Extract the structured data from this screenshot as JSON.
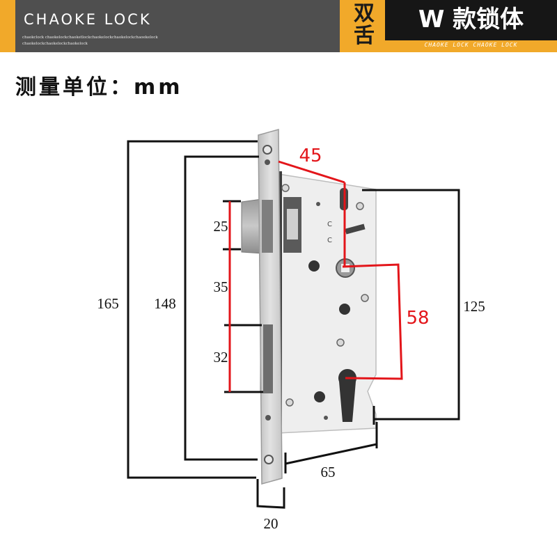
{
  "header": {
    "brand": "CHAOKE LOCK",
    "brand_sub_line1": "chaokclock chaokelockchaoketlockchaokelockchaokelockchaoekelock",
    "brand_sub_line2": "chaokelockchaokelockchaokelock",
    "tag": "双舌",
    "model_title": "W 款锁体",
    "model_sub": "CHAOKE LOCK CHAOKE LOCK"
  },
  "unit_label": "测量单位：mm",
  "dimensions": {
    "overall_height": "165",
    "screw_spacing": "148",
    "case_height": "125",
    "latch_height": "25",
    "latch_to_bolt": "35",
    "bolt_height": "32",
    "backset": "45",
    "center_distance": "58",
    "case_width": "65",
    "faceplate_width": "20"
  },
  "colors": {
    "banner": "#f1a92a",
    "brand_box": "#4f4f4f",
    "model_box": "#161616",
    "dimension_red": "#e3151a",
    "dimension_black": "#111111",
    "lock_body": "#eeeeee",
    "faceplate": "#d4d4d4"
  }
}
